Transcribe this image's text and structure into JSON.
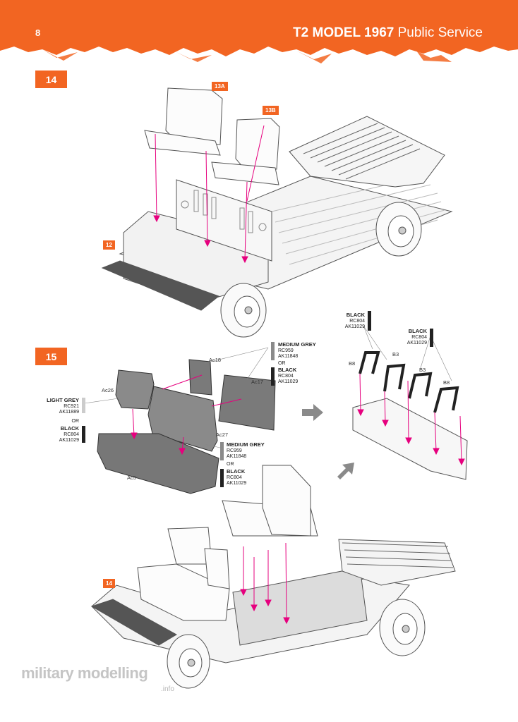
{
  "header": {
    "page_number": "8",
    "title_bold": "T2 MODEL 1967",
    "title_regular": "Public Service",
    "accent_color": "#f26522"
  },
  "step14": {
    "label": "14",
    "tags": [
      "13A",
      "13B",
      "12"
    ]
  },
  "step15": {
    "label": "15",
    "callouts": {
      "left_light_grey": {
        "name": "LIGHT GREY",
        "code1": "RC921",
        "code2": "AK11889"
      },
      "left_or": "OR",
      "left_black": {
        "name": "BLACK",
        "code1": "RC804",
        "code2": "AK11029"
      },
      "top_medium_grey": {
        "name": "MEDIUM GREY",
        "code1": "RC959",
        "code2": "AK11848"
      },
      "top_or": "OR",
      "top_black": {
        "name": "BLACK",
        "code1": "RC804",
        "code2": "AK11029"
      },
      "mid_medium_grey": {
        "name": "MEDIUM GREY",
        "code1": "RC959",
        "code2": "AK11848"
      },
      "mid_or": "OR",
      "mid_black": {
        "name": "BLACK",
        "code1": "RC804",
        "code2": "AK11029"
      },
      "frame_black_a": {
        "name": "BLACK",
        "code1": "RC804",
        "code2": "AK11029"
      },
      "frame_black_b": {
        "name": "BLACK",
        "code1": "RC804",
        "code2": "AK11029"
      }
    },
    "parts": {
      "ac18": "Ac18",
      "ac17": "Ac17",
      "ac26": "Ac26",
      "ac27": "Ac27",
      "ac5": "Ac5",
      "b8_left": "B8",
      "b3_left": "B3",
      "b3_right": "B3",
      "b8_right": "B8"
    },
    "bottom_tag": "14"
  },
  "watermark": {
    "text": "military modelling",
    "suffix": ".info"
  }
}
